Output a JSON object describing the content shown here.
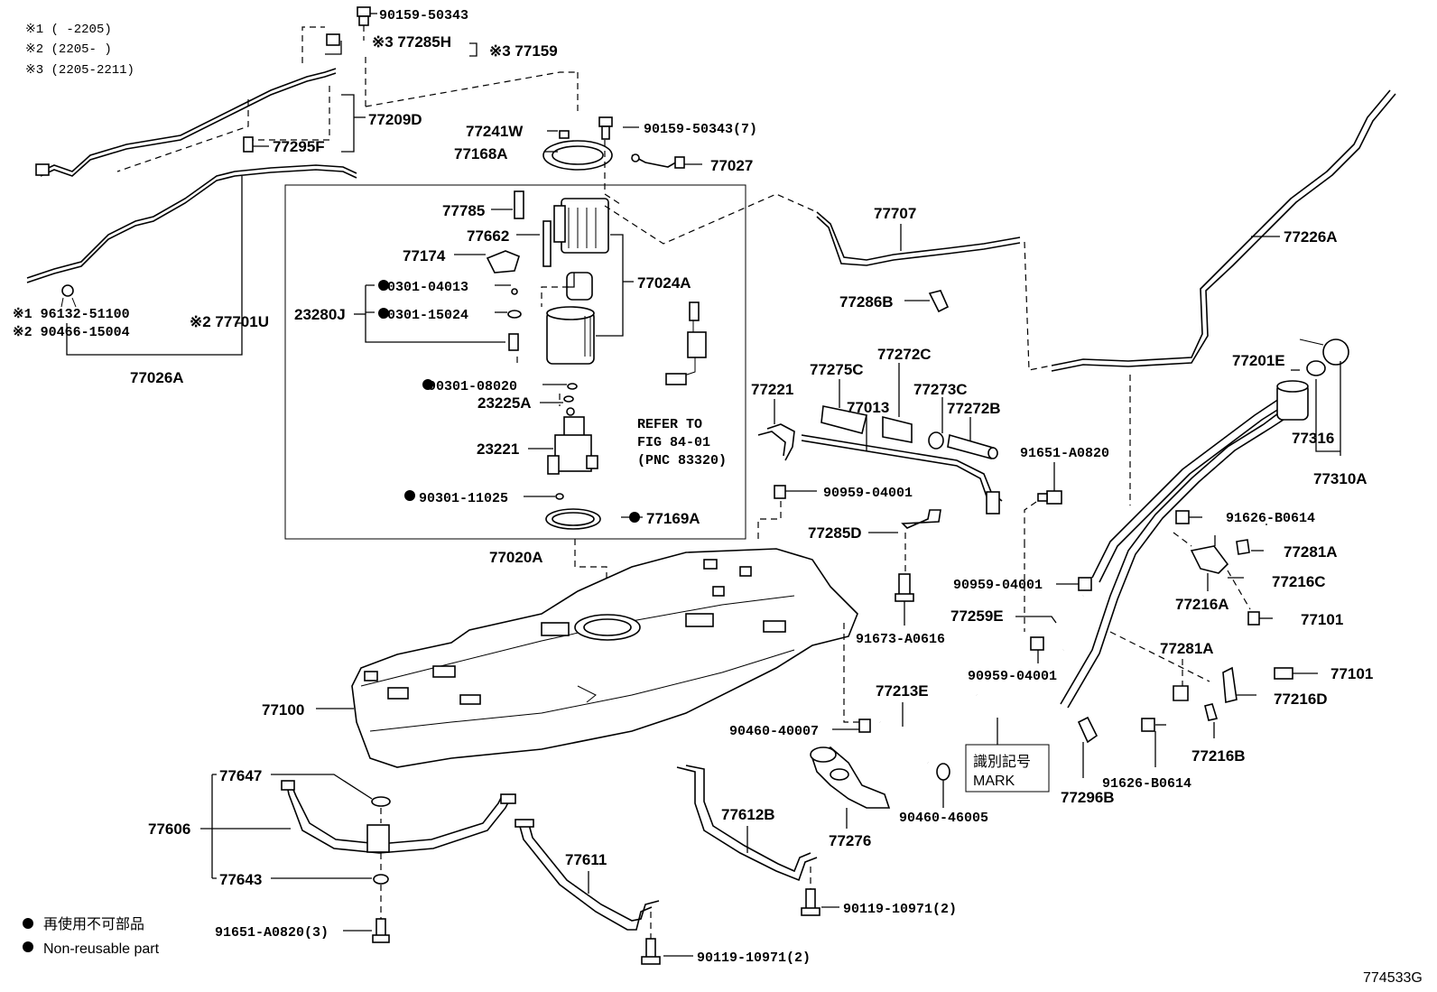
{
  "notes": {
    "n1": "※1 (      -2205)",
    "n2": "※2 (2205-      )",
    "n3": "※3 (2205-2211)"
  },
  "labels": {
    "p90159_50343_top": "90159-50343",
    "p77285H": "※3 77285H",
    "p77159": "※3 77159",
    "p77209D": "77209D",
    "p77295F": "77295F",
    "p77241W": "77241W",
    "p90159_50343_7": "90159-50343(7)",
    "p77168A": "77168A",
    "p77027": "77027",
    "p77785": "77785",
    "p77662": "77662",
    "p77174": "77174",
    "p90301_04013": "90301-04013",
    "p23280J": "23280J",
    "p90301_15024": "90301-15024",
    "p77024A": "77024A",
    "p90301_08020": "90301-08020",
    "p23225A": "23225A",
    "p23221": "23221",
    "p90301_11025": "90301-11025",
    "p77169A": "77169A",
    "p77020A": "77020A",
    "refer1": "REFER TO",
    "refer2": "FIG 84-01",
    "refer3": "(PNC 83320)",
    "p96132": "※1 96132-51100",
    "p90466": "※2 90466-15004",
    "p77701U": "※2 77701U",
    "p77026A": "77026A",
    "p77707": "77707",
    "p77226A": "77226A",
    "p77286B": "77286B",
    "p77201E": "77201E",
    "p77316": "77316",
    "p77310A": "77310A",
    "p77221": "77221",
    "p77275C": "77275C",
    "p77272C": "77272C",
    "p77013": "77013",
    "p77273C": "77273C",
    "p77272B": "77272B",
    "p91651_A0820": "91651-A0820",
    "p90959_04001_a": "90959-04001",
    "p77285D": "77285D",
    "p91626_B0614_a": "91626-B0614",
    "p77281A_a": "77281A",
    "p77216C": "77216C",
    "p90959_04001_b": "90959-04001",
    "p77216A": "77216A",
    "p77259E": "77259E",
    "p77101_a": "77101",
    "p91673_A0616": "91673-A0616",
    "p90959_04001_c": "90959-04001",
    "p77281A_b": "77281A",
    "p77101_b": "77101",
    "p77216D": "77216D",
    "p77100": "77100",
    "p77213E": "77213E",
    "p90460_40007": "90460-40007",
    "p77216B": "77216B",
    "mark_jp": "識別記号",
    "mark_en": "MARK",
    "p77296B": "77296B",
    "p91626_B0614_b": "91626-B0614",
    "p77647": "77647",
    "p77606": "77606",
    "p77612B": "77612B",
    "p77276": "77276",
    "p90460_46005": "90460-46005",
    "p77643": "77643",
    "p77611": "77611",
    "p90119_a": "90119-10971(2)",
    "p91651_A0820_3": "91651-A0820(3)",
    "p90119_b": "90119-10971(2)"
  },
  "legend": {
    "jp": "再使用不可部品",
    "en": "Non-reusable part"
  },
  "figure_code": "774533G"
}
